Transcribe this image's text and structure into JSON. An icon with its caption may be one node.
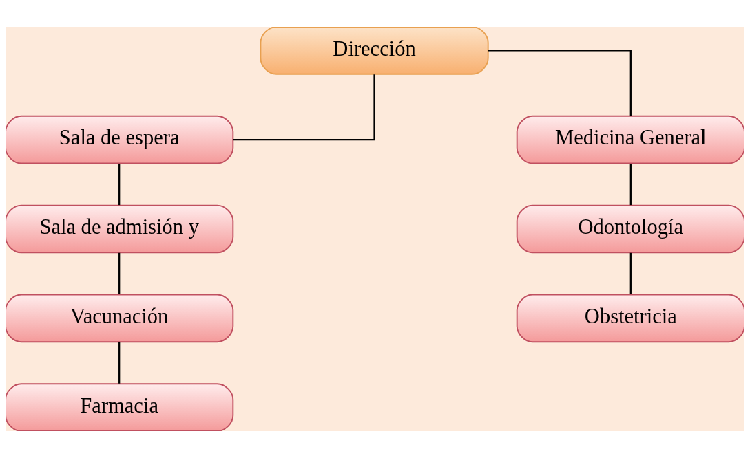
{
  "diagram": {
    "nodes": [
      {
        "text": [
          "Dirección"
        ]
      },
      {
        "text": [
          "Sala de espera"
        ]
      },
      {
        "text": [
          "Sala de admisión y"
        ]
      },
      {
        "text": [
          "Vacunación"
        ]
      },
      {
        "text": [
          "Farmacia"
        ]
      },
      {
        "text": [
          "Medicina General"
        ]
      },
      {
        "text": [
          "Odontología"
        ]
      },
      {
        "text": [
          "Obstetricia"
        ]
      }
    ],
    "edges": [
      {
        "from": 0,
        "to": 1,
        "arrow": "none"
      },
      {
        "from": 0,
        "to": 5,
        "arrow": "none"
      },
      {
        "from": 1,
        "to": 2,
        "arrow": "none"
      },
      {
        "from": 2,
        "to": 3,
        "arrow": "none"
      },
      {
        "from": 3,
        "to": 4,
        "arrow": "none"
      },
      {
        "from": 5,
        "to": 6,
        "arrow": "none"
      },
      {
        "from": 6,
        "to": 7,
        "arrow": "none"
      }
    ]
  }
}
